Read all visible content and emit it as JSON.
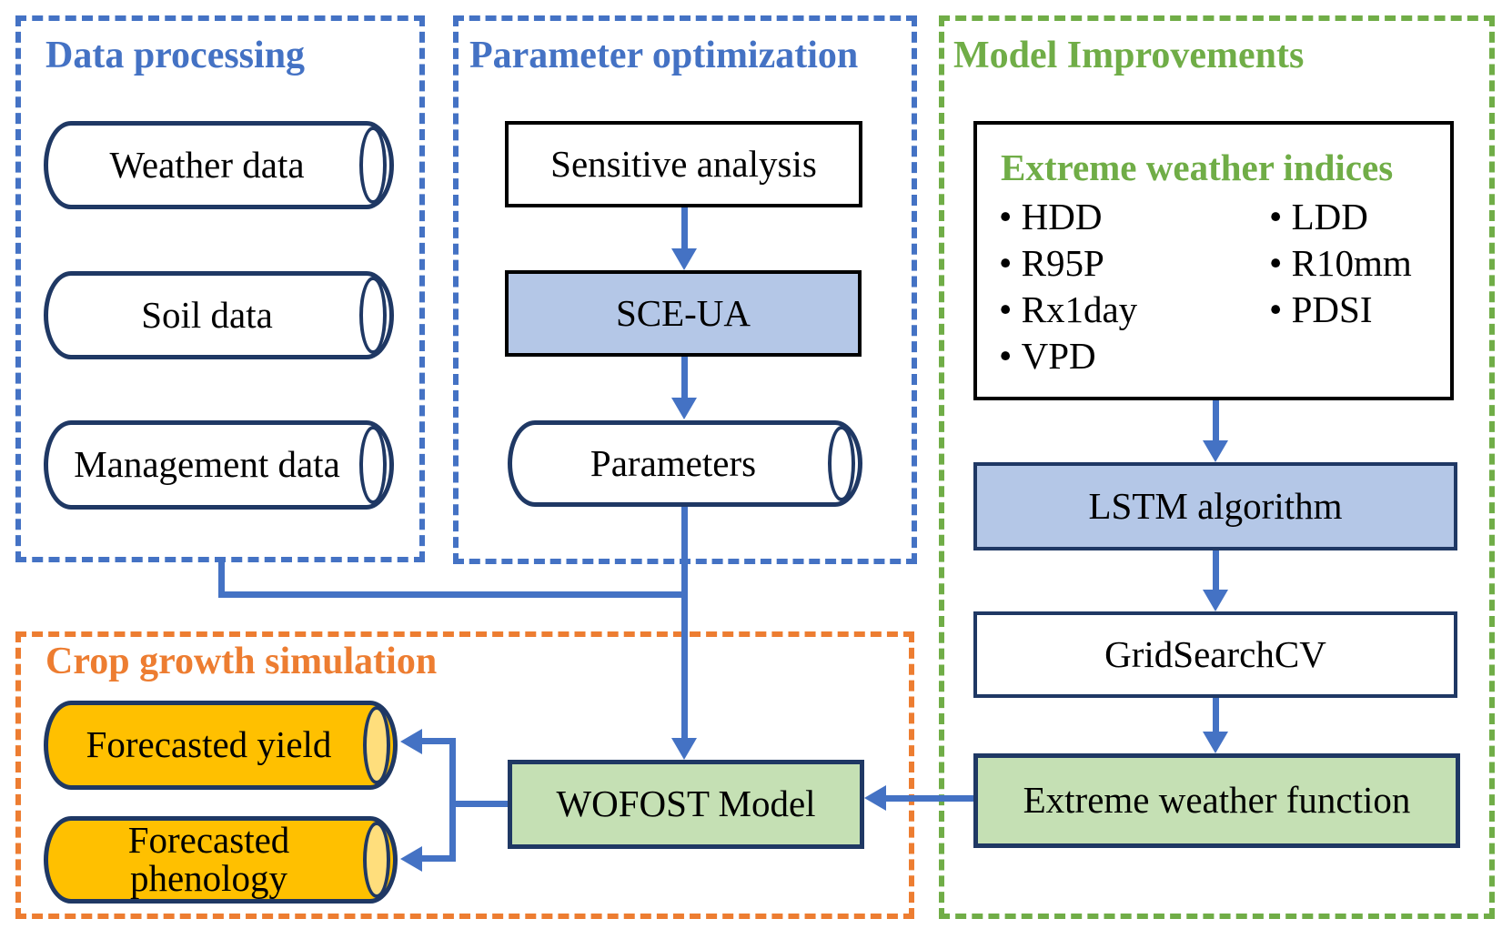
{
  "diagram": {
    "groups": {
      "data_processing": {
        "title": "Data processing",
        "cylinders": [
          "Weather data",
          "Soil data",
          "Management data"
        ]
      },
      "parameter_optimization": {
        "title": "Parameter optimization",
        "sensitive_analysis": "Sensitive analysis",
        "sce_ua": "SCE-UA",
        "parameters": "Parameters"
      },
      "model_improvements": {
        "title": "Model Improvements",
        "indices_box": {
          "title": "Extreme weather indices",
          "left_column": [
            "HDD",
            "R95P",
            "Rx1day",
            "VPD"
          ],
          "right_column": [
            "LDD",
            "R10mm",
            "PDSI"
          ]
        },
        "lstm": "LSTM algorithm",
        "gridsearchcv": "GridSearchCV",
        "extreme_weather_function": "Extreme weather function"
      },
      "crop_growth_simulation": {
        "title": "Crop growth simulation",
        "forecasted_yield": "Forecasted yield",
        "forecasted_phenology": "Forecasted phenology",
        "wofost": "WOFOST Model"
      }
    },
    "colors": {
      "blue_accent": "#4472C4",
      "green_accent": "#70AD47",
      "orange_accent": "#ED7D31",
      "light_blue_fill": "#B4C7E7",
      "light_green_fill": "#C5E0B4",
      "gold_fill": "#FFC000",
      "gold_cap_fill": "#FFDE7C",
      "navy_border": "#1F3864",
      "black_border": "#000000"
    }
  }
}
